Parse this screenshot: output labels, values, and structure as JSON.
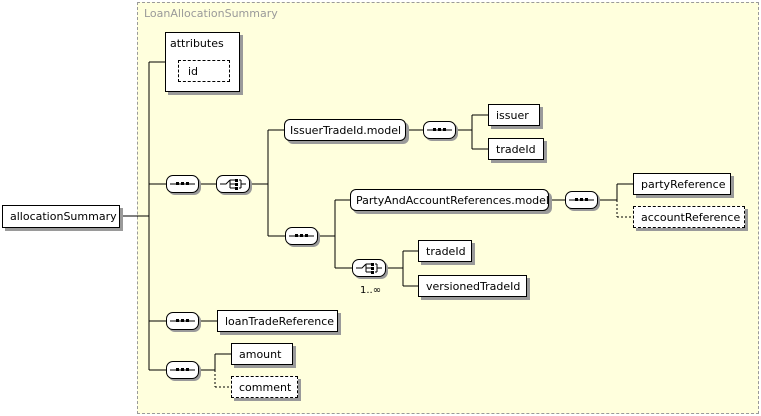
{
  "group": {
    "title": "LoanAllocationSummary"
  },
  "root": {
    "label": "allocationSummary"
  },
  "attributes": {
    "title": "attributes",
    "items": [
      "id"
    ]
  },
  "issuer_model": {
    "label": "IssuerTradeId.model",
    "children": [
      "issuer",
      "tradeId"
    ]
  },
  "party_model": {
    "label": "PartyAndAccountReferences.model",
    "children": [
      "partyReference",
      "accountReference"
    ]
  },
  "choice_children": [
    "tradeId",
    "versionedTradeId"
  ],
  "choice_cardinality": "1..∞",
  "loan_trade_reference": "loanTradeReference",
  "amount_sequence": [
    "amount",
    "comment"
  ]
}
